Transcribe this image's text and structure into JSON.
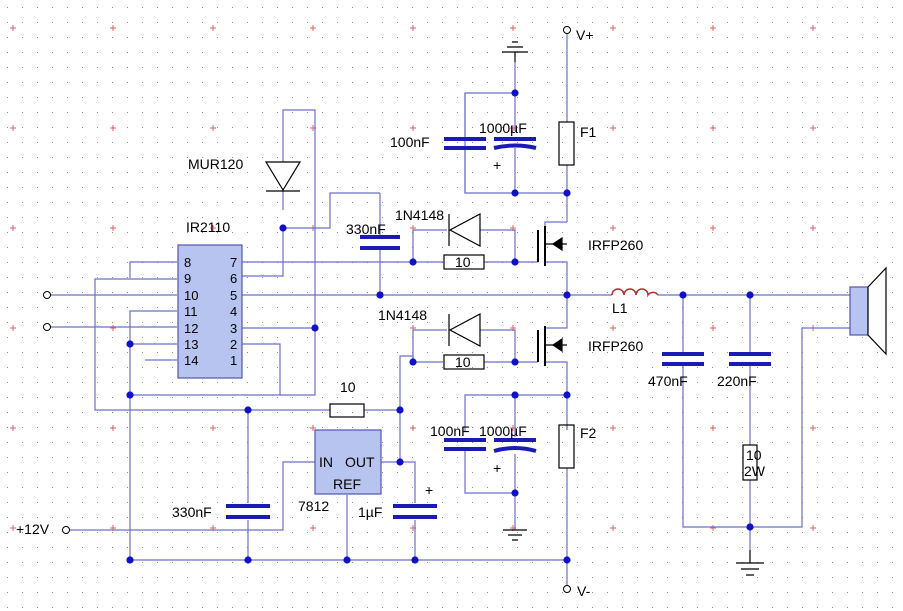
{
  "labels": {
    "vplus": "V+",
    "vminus": "V-",
    "v12": "+12V",
    "f1": "F1",
    "f2": "F2",
    "l1": "L1",
    "mur120": "MUR120",
    "ir2110": "IR2110",
    "d_top": "1N4148",
    "d_bot": "1N4148",
    "q_top": "IRFP260",
    "q_bot": "IRFP260",
    "c_boot": "330nF",
    "c_top_100n": "100nF",
    "c_top_1000u": "1000µF",
    "c_bot_100n": "100nF",
    "c_bot_1000u": "1000µF",
    "r_top_gate": "10",
    "r_bot_gate": "10",
    "r_reg": "10",
    "reg_name": "7812",
    "reg_in": "IN",
    "reg_out": "OUT",
    "reg_ref": "REF",
    "c_in": "330nF",
    "c_out": "1µF",
    "c_470n": "470nF",
    "c_220n": "220nF",
    "r_snub_val": "10",
    "r_snub_pwr": "2W",
    "plus": "+"
  },
  "ic_pins": {
    "left": [
      "8",
      "9",
      "10",
      "11",
      "12",
      "13",
      "14"
    ],
    "right": [
      "7",
      "6",
      "5",
      "4",
      "3",
      "2",
      "1"
    ]
  },
  "colors": {
    "wire": "#6b70c8",
    "junction": "#1010c8",
    "ic_fill": "#b8c4f0",
    "capacitor": "#1a1ab4",
    "grid": "#8a8a8a",
    "grid_cross": "#e06060"
  }
}
